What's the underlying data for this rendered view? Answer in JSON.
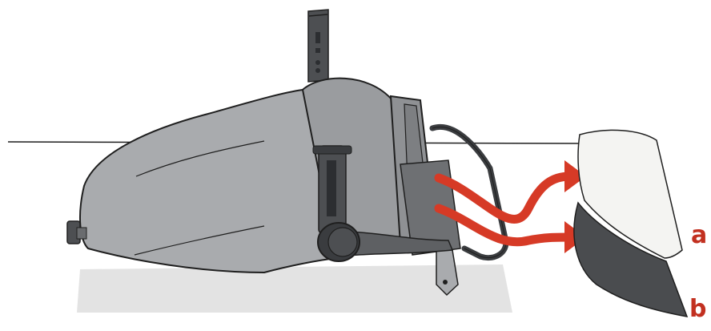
{
  "colors": {
    "accent": "#d63a26",
    "label": "#c23020",
    "body": "#a9abae",
    "outline": "#1f1f1f",
    "shadow": "#e3e3e3",
    "lens_clear": "#f4f4f2",
    "lens_dark": "#4a4c4f"
  },
  "labels": {
    "a": "a",
    "b": "b"
  },
  "icons": {
    "device": "welding-helmet-illustration",
    "arrow": "red-curved-arrow"
  }
}
